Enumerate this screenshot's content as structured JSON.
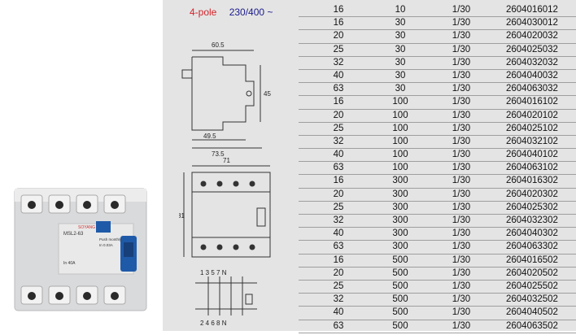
{
  "header": {
    "poles": "4-pole",
    "voltage": "230/400"
  },
  "dims": {
    "top_width": "60.5",
    "side_height": "45",
    "inner_width": "49.5",
    "outer_width": "73.5",
    "front_width": "71",
    "front_height": "81"
  },
  "wiring": {
    "top_terminals": "1 3 5 7 N",
    "bottom_terminals": "2 4 6 8 N"
  },
  "device": {
    "model": "MSL2-63",
    "brand": "SOYANG",
    "push_test": "Push monthly",
    "sensitivity": "In 0.03A",
    "rating": "In 40A"
  },
  "table": {
    "rows": [
      [
        "16",
        "10",
        "1/30",
        "2604016012"
      ],
      [
        "16",
        "30",
        "1/30",
        "2604030012"
      ],
      [
        "20",
        "30",
        "1/30",
        "2604020032"
      ],
      [
        "25",
        "30",
        "1/30",
        "2604025032"
      ],
      [
        "32",
        "30",
        "1/30",
        "2604032032"
      ],
      [
        "40",
        "30",
        "1/30",
        "2604040032"
      ],
      [
        "63",
        "30",
        "1/30",
        "2604063032"
      ],
      [
        "16",
        "100",
        "1/30",
        "2604016102"
      ],
      [
        "20",
        "100",
        "1/30",
        "2604020102"
      ],
      [
        "25",
        "100",
        "1/30",
        "2604025102"
      ],
      [
        "32",
        "100",
        "1/30",
        "2604032102"
      ],
      [
        "40",
        "100",
        "1/30",
        "2604040102"
      ],
      [
        "63",
        "100",
        "1/30",
        "2604063102"
      ],
      [
        "16",
        "300",
        "1/30",
        "2604016302"
      ],
      [
        "20",
        "300",
        "1/30",
        "2604020302"
      ],
      [
        "25",
        "300",
        "1/30",
        "2604025302"
      ],
      [
        "32",
        "300",
        "1/30",
        "2604032302"
      ],
      [
        "40",
        "300",
        "1/30",
        "2604040302"
      ],
      [
        "63",
        "300",
        "1/30",
        "2604063302"
      ],
      [
        "16",
        "500",
        "1/30",
        "2604016502"
      ],
      [
        "20",
        "500",
        "1/30",
        "2604020502"
      ],
      [
        "25",
        "500",
        "1/30",
        "2604025502"
      ],
      [
        "32",
        "500",
        "1/30",
        "2604032502"
      ],
      [
        "40",
        "500",
        "1/30",
        "2604040502"
      ],
      [
        "63",
        "500",
        "1/30",
        "2604063502"
      ]
    ]
  }
}
